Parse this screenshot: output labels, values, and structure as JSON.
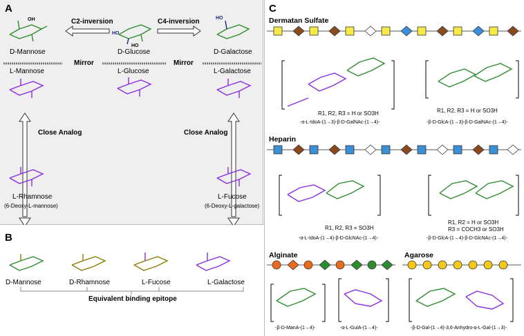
{
  "colors": {
    "panel_a_bg": "#efefef",
    "green": "#2e8b2e",
    "purple": "#8a2be2",
    "navy": "#1a237e",
    "olive": "#8a7a00",
    "yellow": "#f7e94a",
    "blue": "#3a8fd6",
    "brown": "#8b4a1e",
    "orange": "#e86a1c",
    "gold": "#f2c81a"
  },
  "panel_a": {
    "letter": "A",
    "arrow_c2": "C2-inversion",
    "arrow_c4": "C4-inversion",
    "mirror_left": "Mirror",
    "mirror_right": "Mirror",
    "close_analog_left": "Close Analog",
    "close_analog_right": "Close Analog",
    "sugars": {
      "d_mannose": "D-Mannose",
      "d_glucose": "D-Glucose",
      "d_galactose": "D-Galactose",
      "l_mannose": "L-Mannose",
      "l_glucose": "L-Glucose",
      "l_galactose": "L-Galactose",
      "l_rhamnose": "L-Rhamnose",
      "l_rhamnose_sub": "(6-Deoxy-L-mannose)",
      "l_fucose": "L-Fucose",
      "l_fucose_sub": "(6-Deoxy-L-galactose)"
    }
  },
  "panel_b": {
    "letter": "B",
    "sugars": [
      "D-Mannose",
      "D-Rhamnose",
      "L-Fucose",
      "L-Galactose"
    ],
    "caption": "Equivalent binding epitope"
  },
  "panel_c": {
    "letter": "C",
    "dermatan": {
      "title": "Dermatan Sulfate",
      "substituents": "R1, R2, R3 = H or SO3H",
      "substituents_right": "R1, R2, R3 = H or SO3H",
      "linkage_left": "-α-L-IdoA-(1→3)-β-D-GalNAc-(1→4)-",
      "linkage_right": "-β-D-GlcA-(1→3)-β-D-GalNAc-(1→4)-"
    },
    "heparin": {
      "title": "Heparin",
      "substituents": "R1, R2, R3 = SO3H",
      "substituents_right_1": "R1, R2 = H or SO3H",
      "substituents_right_2": "R3 = COCH3 or SO3H",
      "linkage_left": "-α-L-IdoA-(1→4)-β-D-GlcNAc-(1→4)-",
      "linkage_right": "-β-D-GlcA-(1→4)-β-D-GlcNAc-(1→4)-"
    },
    "alginate": {
      "title": "Alginate",
      "linkage_left": "-β-D-ManA-(1→4)-",
      "linkage_right": "-α-L-GulA-(1→4)-"
    },
    "agarose": {
      "title": "Agarose",
      "linkage": "-β-D-Gal-(1→4)-3,6-Anhydro-α-L-Gal-(1→3)-"
    }
  }
}
